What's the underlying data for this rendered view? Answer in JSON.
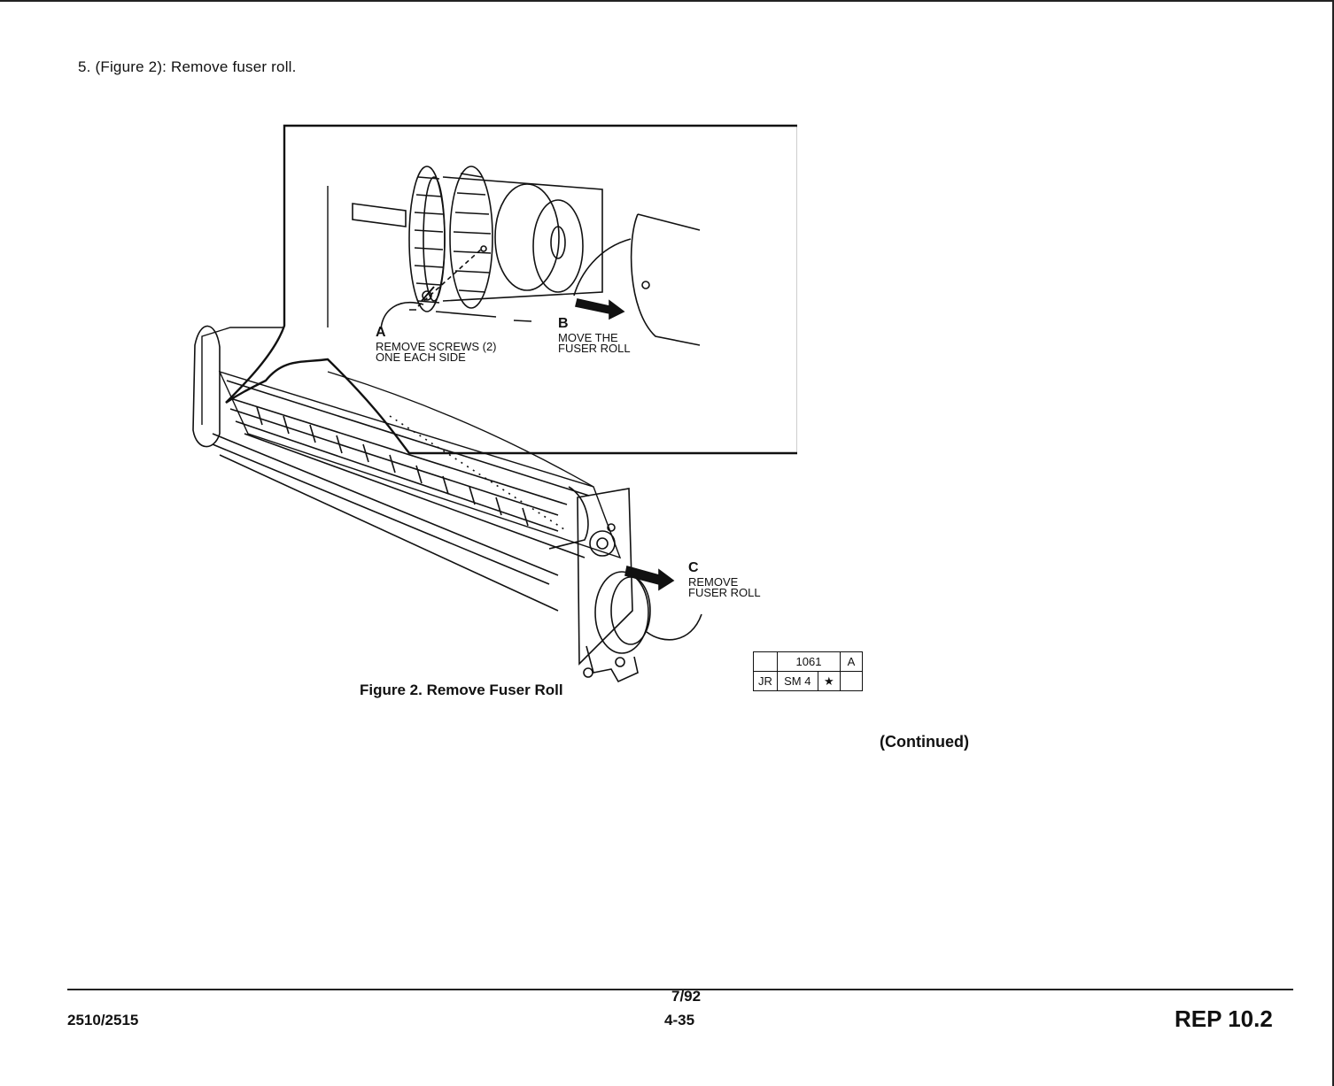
{
  "step_text": "5. (Figure 2):  Remove fuser roll.",
  "callouts": {
    "a": {
      "letter": "A",
      "line1": "REMOVE  SCREWS  (2)",
      "line2": "ONE EACH SIDE"
    },
    "b": {
      "letter": "B",
      "line1": "MOVE THE",
      "line2": "FUSER ROLL"
    },
    "c": {
      "letter": "C",
      "line1": "REMOVE",
      "line2": "FUSER ROLL"
    }
  },
  "figure_caption": "Figure 2.  Remove Fuser Roll",
  "ref_table": {
    "row1": [
      "",
      "1061",
      "A"
    ],
    "row2": [
      "JR",
      "SM 4",
      "★",
      ""
    ]
  },
  "continued": "(Continued)",
  "footer": {
    "model": "2510/2515",
    "date": "7/92",
    "page": "4-35",
    "section": "REP 10.2"
  }
}
